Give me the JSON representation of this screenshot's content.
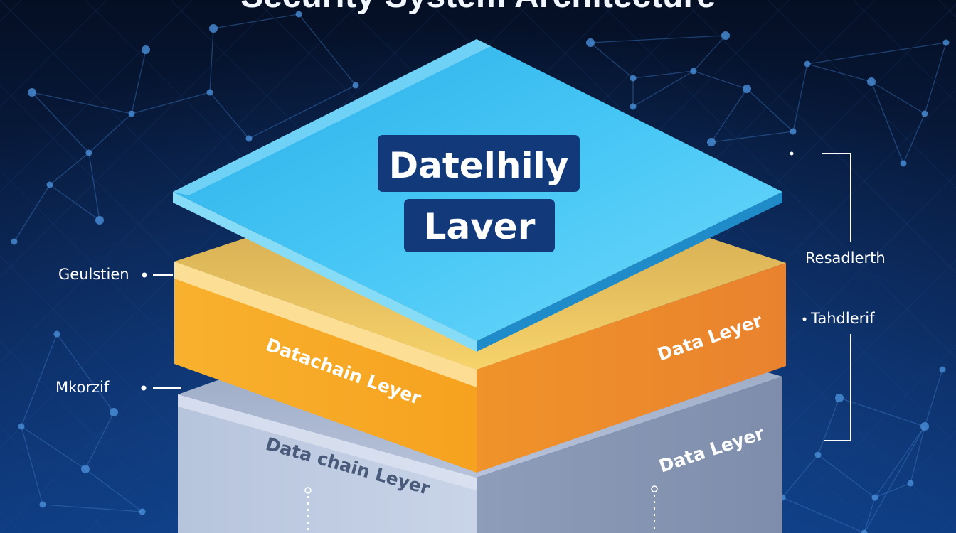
{
  "title": "Security System Architecture",
  "top_layer": {
    "line1": "Datelhily",
    "line2": "Laver"
  },
  "orange_layer": {
    "left_label": "Datachain Leyer",
    "right_label": "Data Leyer"
  },
  "grey_layer": {
    "left_label": "Data chain Leyer",
    "right_label": "Data Leyer"
  },
  "callouts": {
    "left_upper": "Geulstien",
    "left_lower": "Mkorzif",
    "right_upper": "Resadlerth",
    "right_lower": "Tahdlerif"
  },
  "colors": {
    "background": "#07152f",
    "top_layer": "#3ec1f2",
    "orange_layer": "#f5a623",
    "grey_layer": "#a9b6cf",
    "label_box": "#123a7a"
  }
}
